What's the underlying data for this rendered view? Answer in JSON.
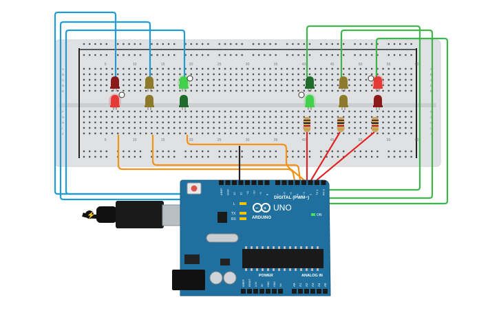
{
  "breadboard": {
    "top_numbers": [
      "5",
      "10",
      "15",
      "20",
      "25",
      "30",
      "35",
      "40",
      "45",
      "50",
      "55",
      "60"
    ],
    "bottom_numbers": [
      "5",
      "10",
      "15",
      "20",
      "25",
      "30",
      "35",
      "40",
      "45",
      "50",
      "55",
      "60"
    ],
    "row_letters_left": [
      "A",
      "B",
      "C",
      "D",
      "E",
      "F",
      "G",
      "H",
      "I",
      "J"
    ],
    "row_letters_right": [
      "A",
      "B",
      "C",
      "D",
      "E",
      "F",
      "G",
      "H",
      "I",
      "J"
    ]
  },
  "leds": {
    "left": [
      {
        "id": "l1",
        "color": "#8b1a1a",
        "glow": false
      },
      {
        "id": "l2",
        "color": "#e53935",
        "glow": true
      },
      {
        "id": "l3",
        "color": "#8d7a2a",
        "glow": false
      },
      {
        "id": "l4",
        "color": "#8d7a2a",
        "glow": false
      },
      {
        "id": "l5",
        "color": "#43d14b",
        "glow": true
      },
      {
        "id": "l6",
        "color": "#1f6b2a",
        "glow": false
      }
    ],
    "right": [
      {
        "id": "r1",
        "color": "#1f6b2a",
        "glow": false
      },
      {
        "id": "r2",
        "color": "#43d14b",
        "glow": true
      },
      {
        "id": "r3",
        "color": "#8d7a2a",
        "glow": false
      },
      {
        "id": "r4",
        "color": "#8d7a2a",
        "glow": false
      },
      {
        "id": "r5",
        "color": "#e53935",
        "glow": true
      },
      {
        "id": "r6",
        "color": "#8b1a1a",
        "glow": false
      }
    ]
  },
  "wire_colors": {
    "blue": "#1e9ad6",
    "green": "#3db54a",
    "orange": "#f39219",
    "red": "#e02424",
    "black": "#222222"
  },
  "arduino": {
    "board_color": "#1f6f9f",
    "brand": "ARDUINO",
    "model": "UNO",
    "digital_label": "DIGITAL (PWM~)",
    "power_label": "POWER",
    "analog_label": "ANALOG IN",
    "on_label": "ON",
    "led_labels": [
      "L",
      "TX",
      "RX"
    ],
    "digital_pins": [
      "AREF",
      "GND",
      "13",
      "12",
      "~11",
      "~10",
      "~9",
      "8",
      "7",
      "~6",
      "~5",
      "4",
      "~3",
      "2",
      "TX 1",
      "RX 0"
    ],
    "power_pins": [
      "IOREF",
      "RESET",
      "3.3V",
      "5V",
      "GND",
      "GND",
      "Vin"
    ],
    "analog_pins": [
      "A0",
      "A1",
      "A2",
      "A3",
      "A4",
      "A5"
    ]
  }
}
